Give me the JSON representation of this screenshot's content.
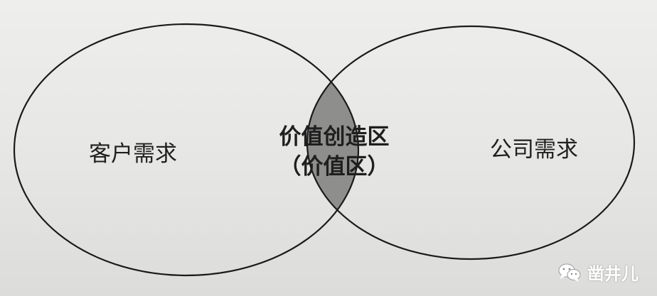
{
  "diagram": {
    "left_set_label": "客户需求",
    "right_set_label": "公司需求",
    "intersection_label_line1": "价值创造区",
    "intersection_label_line2": "（价值区）",
    "colors": {
      "background": "#e9e9e7",
      "outline": "#1a1a1a",
      "intersection_fill": "#8e8e8c"
    }
  },
  "watermark": {
    "icon": "wechat-icon",
    "text": "凿井儿"
  }
}
